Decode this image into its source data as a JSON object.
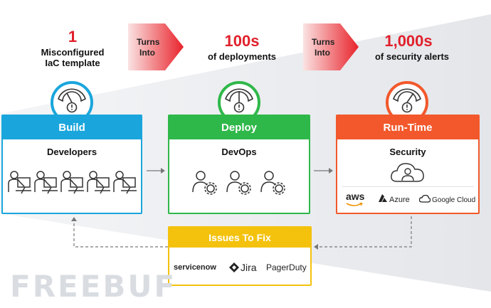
{
  "top": {
    "stat1": {
      "number": "1",
      "line1": "Misconfigured",
      "line2": "IaC template"
    },
    "arrow1": {
      "line1": "Turns",
      "line2": "Into"
    },
    "stat2": {
      "number": "100s",
      "line1": "of deployments"
    },
    "arrow2": {
      "line1": "Turns",
      "line2": "Into"
    },
    "stat3": {
      "number": "1,000s",
      "line1": "of  security alerts"
    }
  },
  "stages": [
    {
      "title": "Build",
      "subtitle": "Developers",
      "color": "#1aa6dc"
    },
    {
      "title": "Deploy",
      "subtitle": "DevOps",
      "color": "#2fb84a"
    },
    {
      "title": "Run-Time",
      "subtitle": "Security",
      "color": "#f2582b"
    }
  ],
  "cloud_logos": {
    "aws": "aws",
    "azure": "Azure",
    "google": "Google Cloud"
  },
  "issues": {
    "title": "Issues To Fix",
    "color": "#f4c20d",
    "tools": {
      "servicenow": "servicenow",
      "jira": "Jira",
      "pagerduty": "PagerDuty"
    }
  },
  "watermark": "FREEBUF",
  "icons": {
    "developer": "developer-at-laptop-icon",
    "devops": "person-with-gear-icon",
    "security": "people-in-cloud-icon",
    "gauge": "alert-gauge-icon",
    "jira": "jira-icon",
    "azure": "azure-icon",
    "google": "google-cloud-icon"
  }
}
